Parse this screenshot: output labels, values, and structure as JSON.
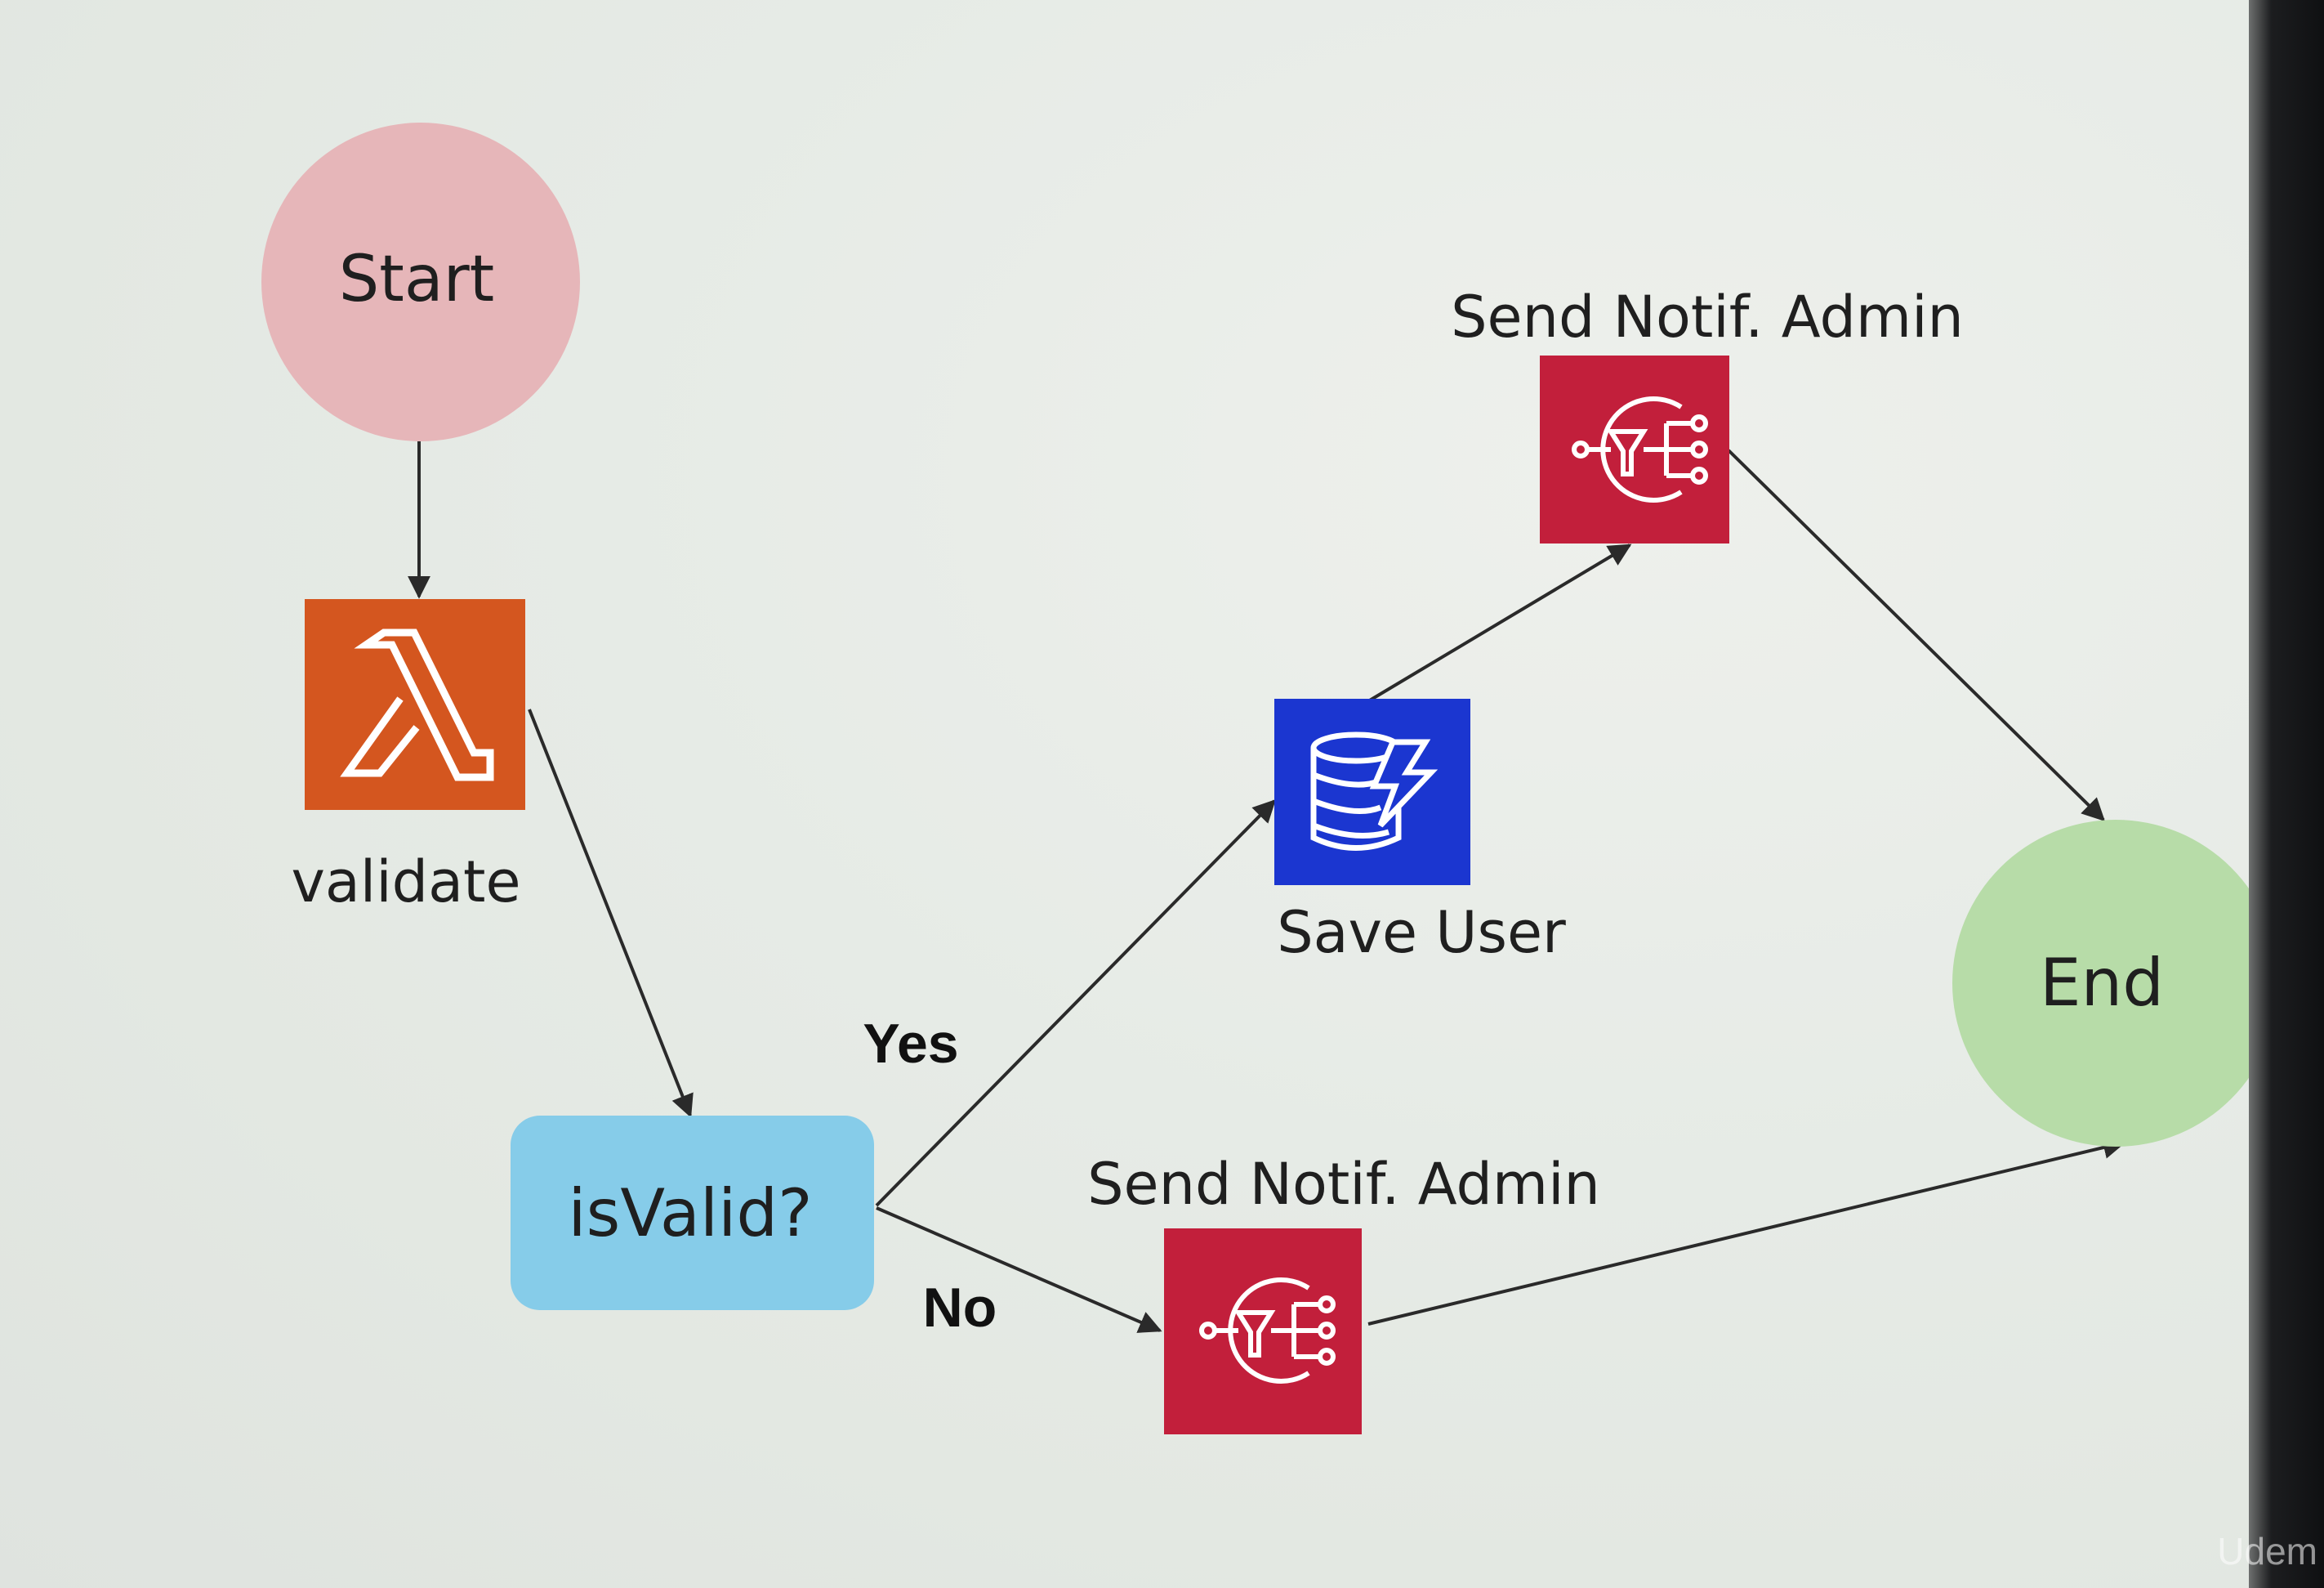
{
  "diagram": {
    "nodes": {
      "start": {
        "label": "Start",
        "shape": "circle",
        "color": "#e6b6b9"
      },
      "validate": {
        "label": "validate",
        "service": "lambda",
        "icon": "lambda-icon",
        "color": "#d4561f"
      },
      "is_valid": {
        "label": "isValid?",
        "shape": "rounded-rect",
        "color": "#86cce9"
      },
      "save_user": {
        "label": "Save User",
        "service": "dynamodb",
        "icon": "dynamodb-icon",
        "color": "#1b36d0"
      },
      "send_notif_admin_top": {
        "label": "Send Notif. Admin",
        "service": "sns",
        "icon": "sns-icon",
        "color": "#c21f3b"
      },
      "send_notif_admin_bottom": {
        "label": "Send Notif. Admin",
        "service": "sns",
        "icon": "sns-icon",
        "color": "#c21f3b"
      },
      "end": {
        "label": "End",
        "shape": "circle",
        "color": "#b7dca8"
      }
    },
    "edge_labels": {
      "yes": "Yes",
      "no": "No"
    },
    "edges": [
      {
        "from": "start",
        "to": "validate"
      },
      {
        "from": "validate",
        "to": "is_valid"
      },
      {
        "from": "is_valid",
        "to": "save_user",
        "label": "Yes"
      },
      {
        "from": "is_valid",
        "to": "send_notif_admin_bottom",
        "label": "No"
      },
      {
        "from": "save_user",
        "to": "send_notif_admin_top"
      },
      {
        "from": "send_notif_admin_top",
        "to": "end"
      },
      {
        "from": "send_notif_admin_bottom",
        "to": "end"
      }
    ]
  },
  "watermark": "Udem"
}
